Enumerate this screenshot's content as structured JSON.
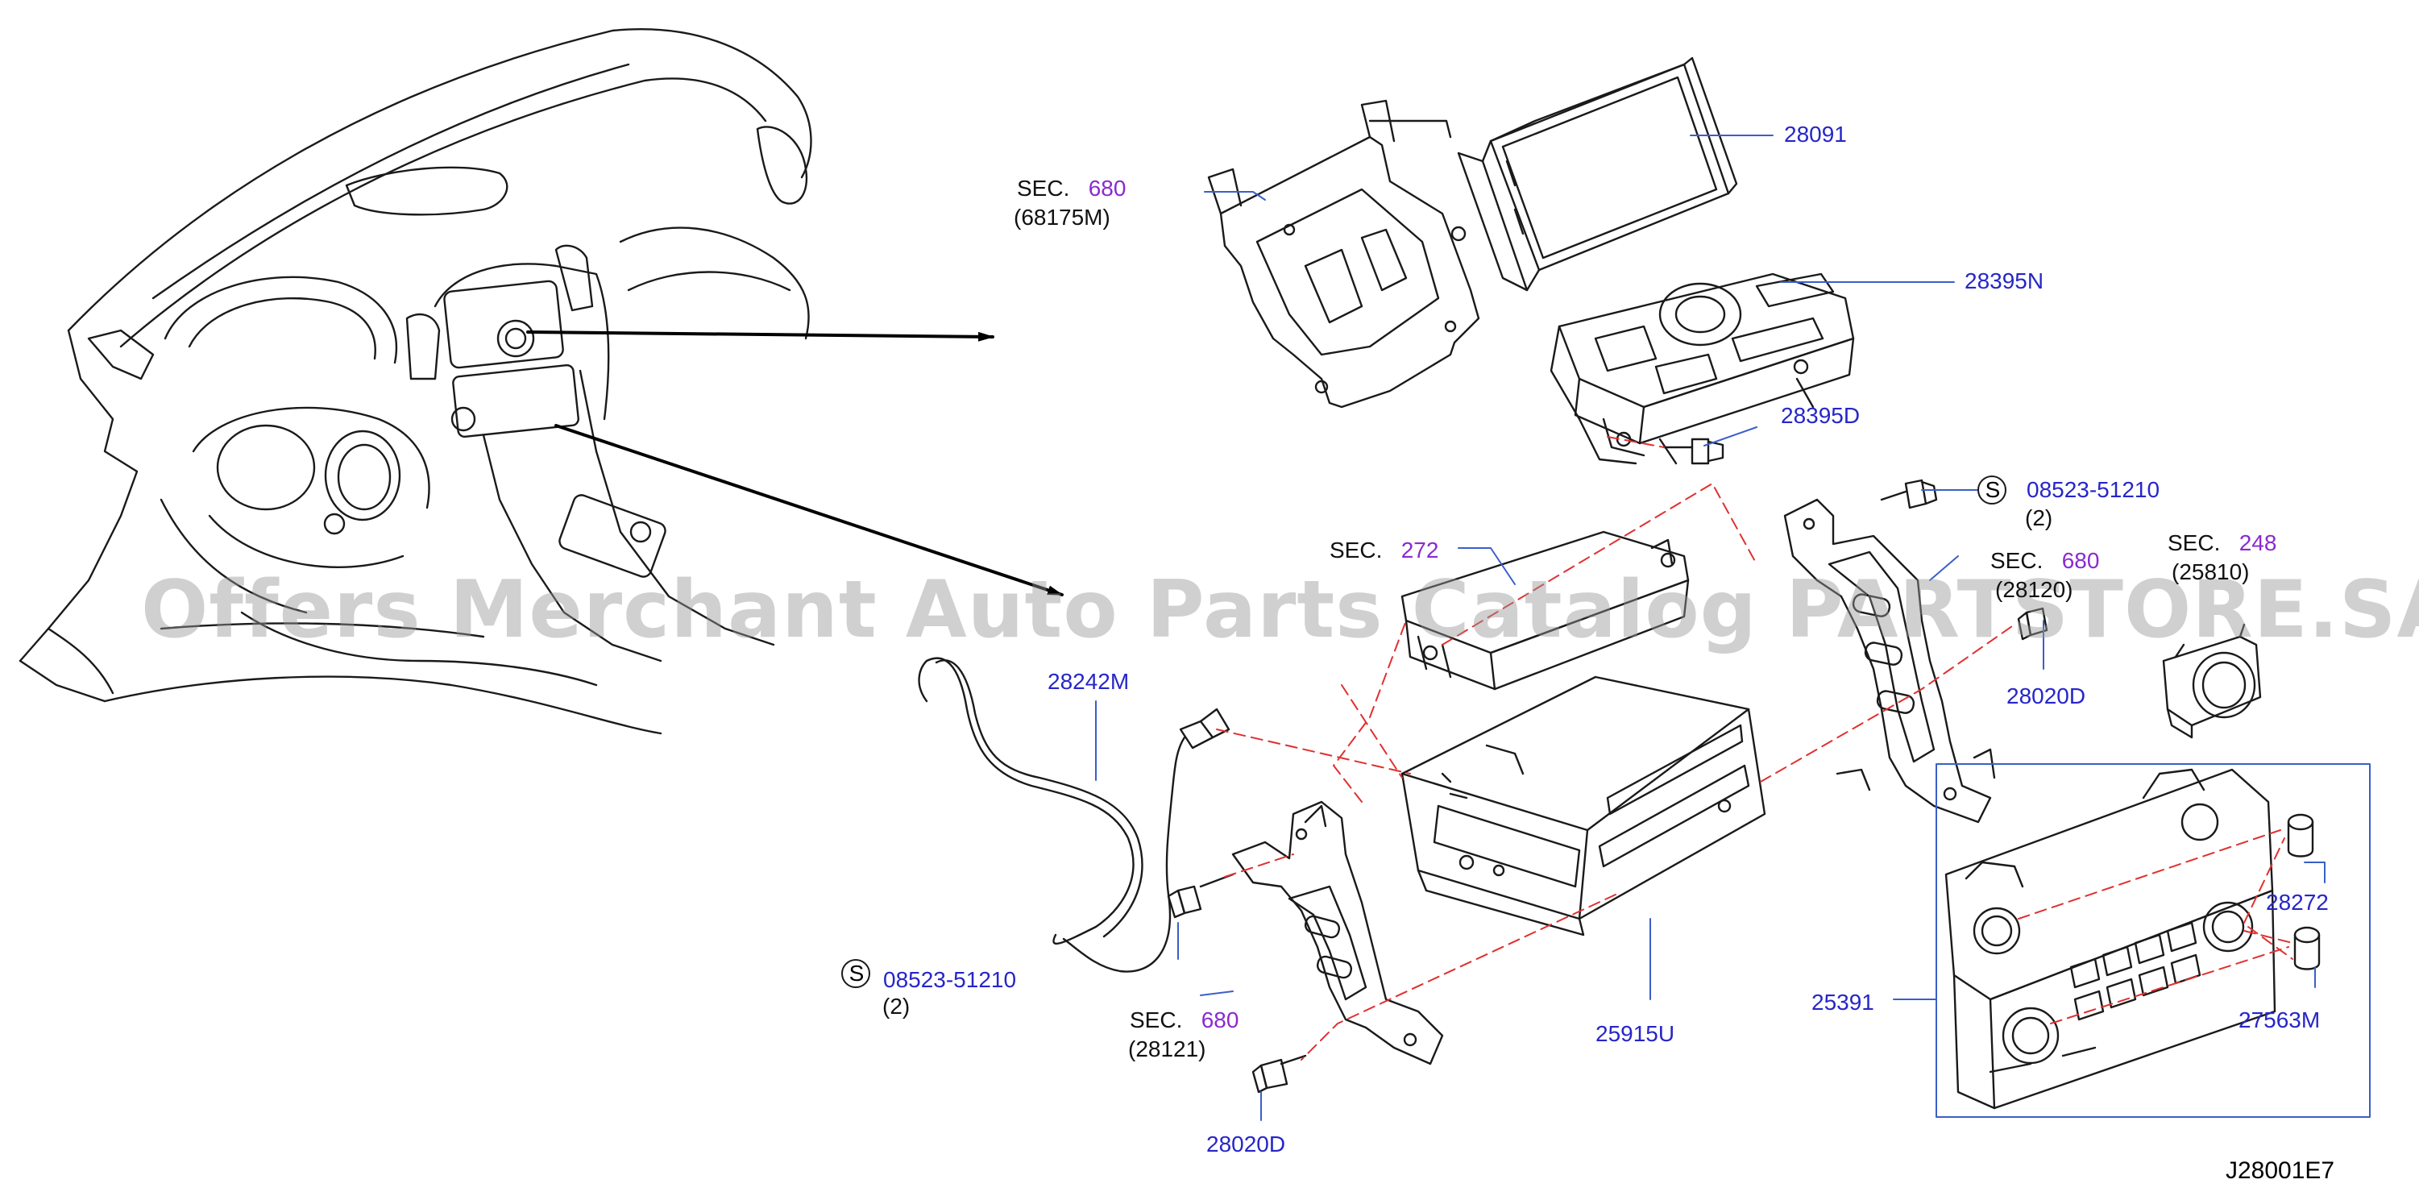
{
  "diagram": {
    "code": "J28001E7",
    "watermark": "Offers Merchant Auto Parts Catalog PARTSTORE.SA",
    "colors": {
      "part_number": "#2626c8",
      "section_number": "#8a2ad0",
      "leader": "#3b5fc8",
      "phantom": "#e03030",
      "line": "#1a1a1a",
      "text": "#000000"
    },
    "labels": {
      "sec680_top": {
        "prefix": "SEC.",
        "num": "680",
        "sub": "(68175M)"
      },
      "p28091": "28091",
      "p28395N": "28395N",
      "p28395D": "28395D",
      "s_top": {
        "symbol": "S",
        "num": "08523-51210",
        "qty": "(2)"
      },
      "sec680_right": {
        "prefix": "SEC.",
        "num": "680",
        "sub": "(28120)"
      },
      "sec248": {
        "prefix": "SEC.",
        "num": "248",
        "sub": "(25810)"
      },
      "sec272": {
        "prefix": "SEC.",
        "num": "272"
      },
      "p28242M": "28242M",
      "p28020D_r": "28020D",
      "p28272": "28272",
      "s_bot": {
        "symbol": "S",
        "num": "08523-51210",
        "qty": "(2)"
      },
      "sec680_bot": {
        "prefix": "SEC.",
        "num": "680",
        "sub": "(28121)"
      },
      "p25915U": "25915U",
      "p25391": "25391",
      "p27563M": "27563M",
      "p28020D_b": "28020D"
    }
  }
}
